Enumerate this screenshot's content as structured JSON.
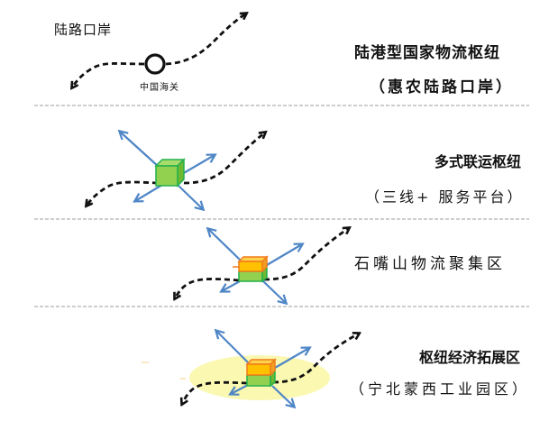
{
  "colors": {
    "dashed_route": "#111111",
    "blue_arrow": "#4f86c6",
    "box_green_fill": "#92d050",
    "box_green_stroke": "#22b14c",
    "box_orange_fill": "#ffc000",
    "box_orange_stroke": "#f07b1c",
    "highlight_ellipse": "#fbf7a8",
    "divider": "#bdbdbd"
  },
  "sections": [
    {
      "id": "land-port",
      "icon": "customs-circle-icon",
      "left_label": "陆路口岸",
      "node_label": "中国海关",
      "title": "陆港型国家物流枢纽",
      "subtitle": "（惠农陆路口岸）"
    },
    {
      "id": "multimodal-hub",
      "icon": "green-cube-icon",
      "title": "多式联运枢纽",
      "subtitle": "（三线+ 服务平台）"
    },
    {
      "id": "logistics-cluster",
      "icon": "stacked-cube-icon",
      "title": "石嘴山物流聚集区"
    },
    {
      "id": "economic-expansion",
      "icon": "stacked-cube-ellipse-icon",
      "title": "枢纽经济拓展区",
      "subtitle": "（宁北蒙西工业园区）"
    }
  ]
}
